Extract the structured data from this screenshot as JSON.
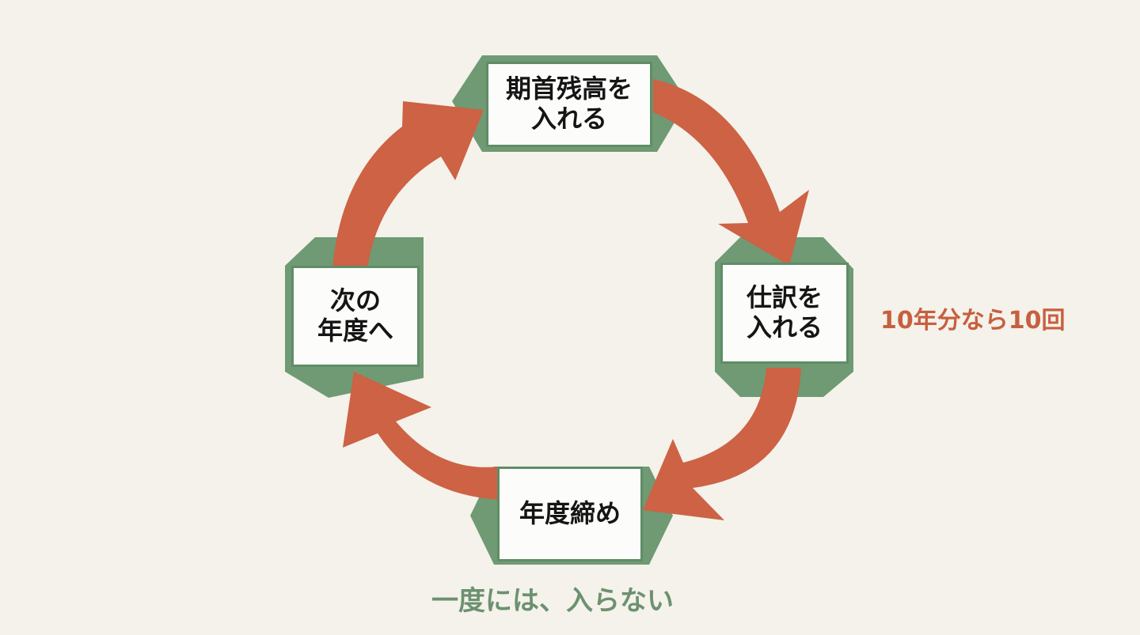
{
  "nodes": {
    "top": {
      "line1": "期首残高を",
      "line2": "入れる"
    },
    "right": {
      "line1": "仕訳を",
      "line2": "入れる"
    },
    "bottom": {
      "line1": "年度締め"
    },
    "left": {
      "line1": "次の",
      "line2": "年度へ"
    }
  },
  "notes": {
    "right_note": "10年分なら10回",
    "bottom_note": "一度には、入らない"
  },
  "colors": {
    "background": "#f4f2ea",
    "arrow": "#cd6244",
    "hex_fill": "#6f9a73",
    "box_border": "#5f8d67",
    "note_orange": "#c75f3f",
    "note_green": "#6d9170"
  }
}
